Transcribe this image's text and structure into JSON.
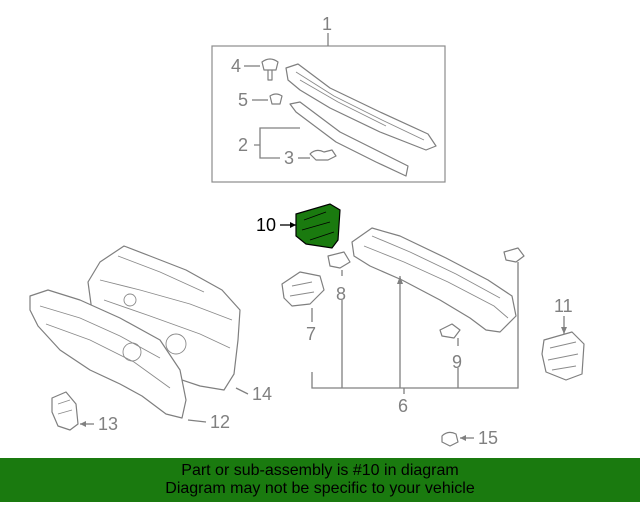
{
  "callouts": {
    "c1": "1",
    "c2": "2",
    "c3": "3",
    "c4": "4",
    "c5": "5",
    "c6": "6",
    "c7": "7",
    "c8": "8",
    "c9": "9",
    "c10": "10",
    "c11": "11",
    "c12": "12",
    "c13": "13",
    "c14": "14",
    "c15": "15"
  },
  "highlight_color": "#1a7a0f",
  "banner": {
    "line1": "Part or sub-assembly is #10 in diagram",
    "line2": "Diagram may not be specific to your vehicle",
    "background": "#1a7a0f"
  }
}
